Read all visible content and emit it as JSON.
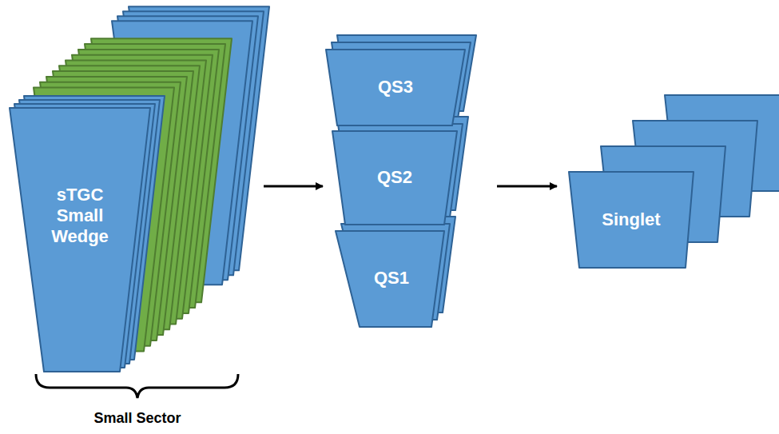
{
  "diagram": {
    "nodes": [
      {
        "text": [
          "sTGC Small Wedge"
        ]
      },
      {
        "text": [
          "QS3"
        ]
      },
      {
        "text": [
          "QS2"
        ]
      },
      {
        "text": [
          "QS1"
        ]
      },
      {
        "text": [
          "Singlet"
        ]
      }
    ],
    "edges": [
      {
        "from": 0,
        "to": 2,
        "arrow": "to"
      },
      {
        "from": 2,
        "to": 4,
        "arrow": "to"
      }
    ],
    "labels": [
      "Small Sector"
    ]
  }
}
